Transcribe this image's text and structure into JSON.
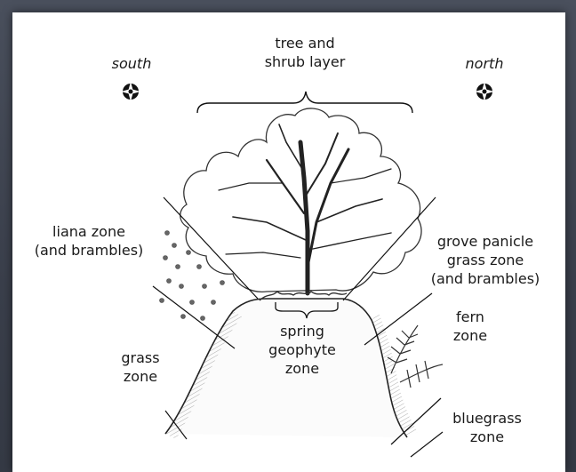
{
  "compass": {
    "left": "south",
    "right": "north"
  },
  "labels": {
    "tree_shrub_1": "tree and",
    "tree_shrub_2": "shrub layer",
    "liana_1": "liana zone",
    "liana_2": "(and brambles)",
    "grove_1": "grove panicle",
    "grove_2": "grass zone",
    "grove_3": "(and brambles)",
    "fern_1": "fern",
    "fern_2": "zone",
    "grass_1": "grass",
    "grass_2": "zone",
    "spring_1": "spring",
    "spring_2": "geophyte",
    "spring_3": "zone",
    "bluegrass_1": "bluegrass",
    "bluegrass_2": "zone"
  },
  "icons": {
    "compass": "compass-rose-icon"
  }
}
